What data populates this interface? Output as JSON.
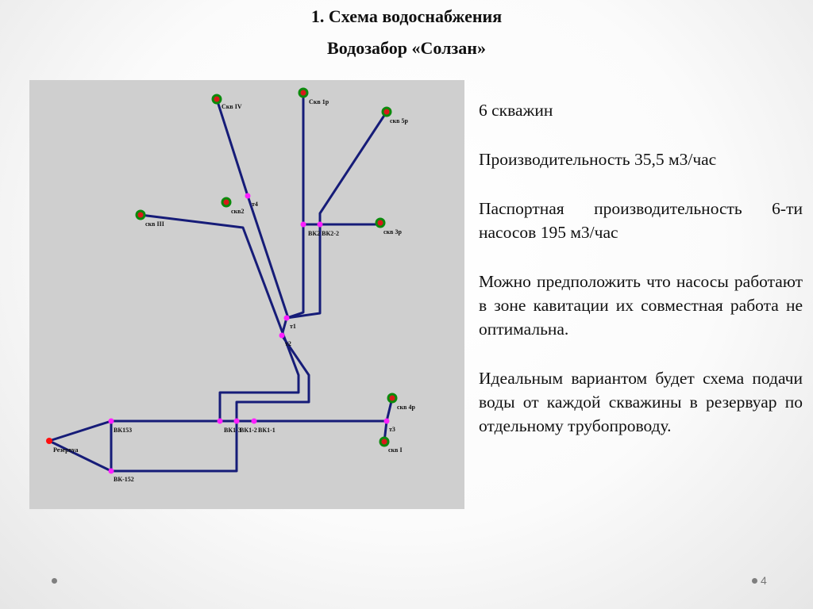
{
  "slide": {
    "title": "1. Схема водоснабжения",
    "subtitle": "Водозабор «Солзан»",
    "page_number": "4"
  },
  "colors": {
    "pipe": "#161c78",
    "well": "#0c8a0c",
    "well_center": "#d91a1a",
    "junction": "#ff1fff",
    "reservoir": "#ff1010",
    "panel": "#cfcfcf"
  },
  "diagram": {
    "labels": {
      "skv_iv": "Скв IV",
      "skv_1r": "Скв 1р",
      "skv_5r": "скв 5р",
      "skv_2": "скв2",
      "t4": "т4",
      "skv_iii": "скв III",
      "vk2_vk22": "ВК2 ВК2-2",
      "skv_3r": "скв 3р",
      "t1": "т1",
      "t2": "т2",
      "skv_4r": "скв 4р",
      "vk153": "ВК153",
      "vk1_3": "ВК1-3",
      "vk1_2": "ВК1-2",
      "vk1_1": "ВК1-1",
      "t3": "т3",
      "rezervuar": "Резервуа",
      "skv_i": "скв I",
      "vk152": "ВК-152"
    }
  },
  "text": {
    "p1": "6 скважин",
    "p2": "Производительность 35,5 м3/час",
    "p3": "Паспортная производительность 6-ти насосов 195 м3/час",
    "p4": "Можно предположить что насосы работают в зоне кавитации их совместная работа не оптимальна.",
    "p5": "Идеальным вариантом будет схема подачи воды от каждой скважины в резервуар по отдельному трубопроводу."
  }
}
